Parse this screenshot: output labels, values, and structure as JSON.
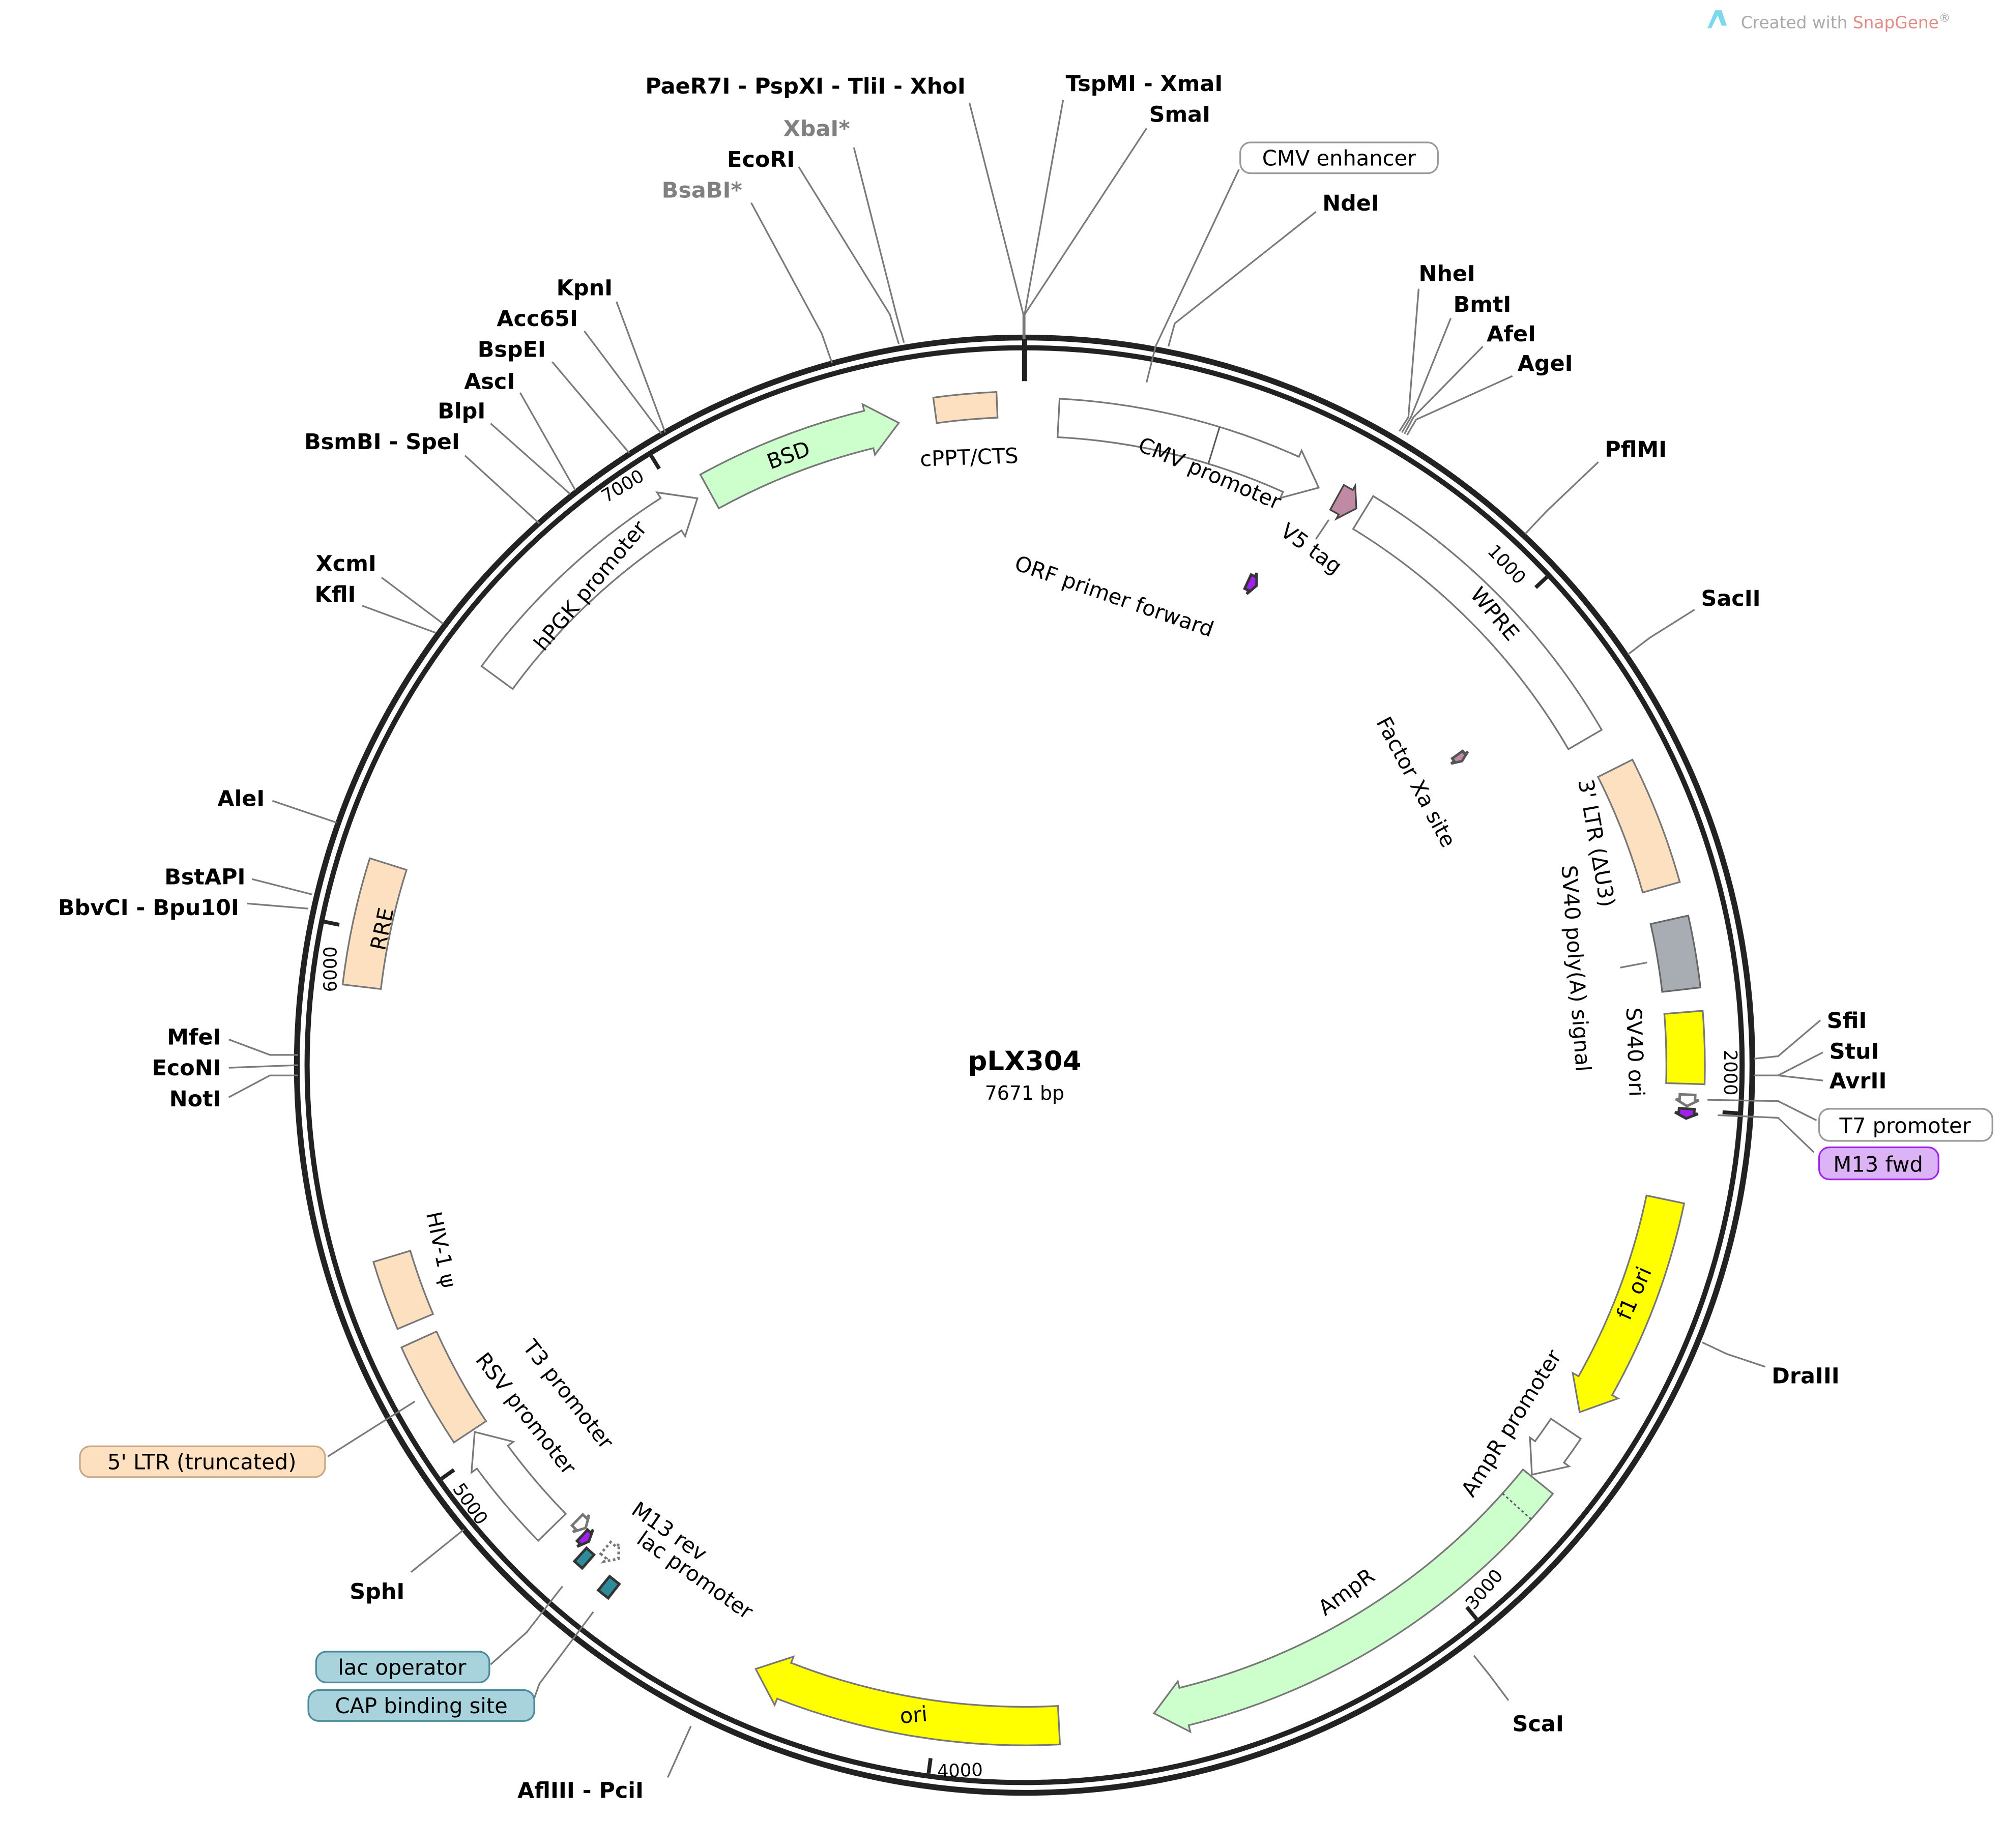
{
  "watermark": {
    "prefix": "Created with ",
    "brand": "SnapGene",
    "suffix": "®",
    "brand_color": "#e48a85"
  },
  "plasmid": {
    "name": "pLX304",
    "length_label": "7671 bp",
    "total_bp": 7671
  },
  "ticks": [
    {
      "bp": 1000,
      "label": "1000"
    },
    {
      "bp": 2000,
      "label": "2000"
    },
    {
      "bp": 3000,
      "label": "3000"
    },
    {
      "bp": 4000,
      "label": "4000"
    },
    {
      "bp": 5000,
      "label": "5000"
    },
    {
      "bp": 6000,
      "label": "6000"
    },
    {
      "bp": 7000,
      "label": "7000"
    }
  ],
  "features": [
    {
      "name": "CMV promoter",
      "start": 64,
      "end": 575,
      "direction": "forward",
      "fill": "#ffffff",
      "stroke": "#777777",
      "divider": 362
    },
    {
      "name": "V5 tag",
      "start": 614,
      "end": 656,
      "direction": "forward",
      "fill": "#c08aa5",
      "stroke": "#444444"
    },
    {
      "name": "ORF primer forward",
      "start": 528,
      "end": 550,
      "direction": "forward",
      "fill": "#a020f0",
      "stroke": "#333333"
    },
    {
      "name": "WPRE",
      "start": 671,
      "end": 1275,
      "direction": "none",
      "fill": "#ffffff",
      "stroke": "#777777"
    },
    {
      "name": "Factor Xa site",
      "start": 1158,
      "end": 1176,
      "direction": "forward",
      "fill": "#c08aa5",
      "stroke": "#555555"
    },
    {
      "name": "3' LTR (ΔU3)",
      "start": 1349,
      "end": 1585,
      "direction": "none",
      "fill": "#fde0c0",
      "stroke": "#777777"
    },
    {
      "name": "SV40 poly(A) signal",
      "start": 1647,
      "end": 1778,
      "direction": "none",
      "fill": "#a8adb3",
      "stroke": "#666666"
    },
    {
      "name": "SV40 ori",
      "start": 1820,
      "end": 1952,
      "direction": "none",
      "fill": "#ffff00",
      "stroke": "#777777"
    },
    {
      "name": "T7 promoter",
      "start": 1972,
      "end": 1993,
      "direction": "forward",
      "fill": "#ffffff",
      "stroke": "#777777"
    },
    {
      "name": "M13 fwd",
      "start": 1998,
      "end": 2016,
      "direction": "forward",
      "fill": "#a020f0",
      "stroke": "#333333"
    },
    {
      "name": "f1 ori",
      "start": 2170,
      "end": 2600,
      "direction": "forward",
      "fill": "#ffff00",
      "stroke": "#777777"
    },
    {
      "name": "AmpR promoter",
      "start": 2640,
      "end": 2747,
      "direction": "forward",
      "fill": "#ffffff",
      "stroke": "#777777"
    },
    {
      "name": "AmpR",
      "start": 2750,
      "end": 3595,
      "direction": "forward",
      "fill": "#ccffcc",
      "stroke": "#777777",
      "divider": 2810
    },
    {
      "name": "ori",
      "start": 3772,
      "end": 4347,
      "direction": "forward",
      "fill": "#ffff00",
      "stroke": "#777777"
    },
    {
      "name": "CAP binding site",
      "start": 4645,
      "end": 4668,
      "direction": "none",
      "fill": "#2e8b9a",
      "stroke": "#333333"
    },
    {
      "name": "lac promoter",
      "start": 4676,
      "end": 4708,
      "direction": "reverse",
      "fill": "#ffffff",
      "stroke": "#777777"
    },
    {
      "name": "lac operator",
      "start": 4716,
      "end": 4735,
      "direction": "none",
      "fill": "#2e8b9a",
      "stroke": "#333333"
    },
    {
      "name": "M13 rev",
      "start": 4740,
      "end": 4757,
      "direction": "reverse",
      "fill": "#a020f0",
      "stroke": "#333333"
    },
    {
      "name": "T3 promoter",
      "start": 4762,
      "end": 4784,
      "direction": "reverse",
      "fill": "#ffffff",
      "stroke": "#777777"
    },
    {
      "name": "RSV promoter",
      "start": 4808,
      "end": 5035,
      "direction": "forward",
      "fill": "#ffffff",
      "stroke": "#777777"
    },
    {
      "name": "5' LTR (truncated)",
      "start": 5040,
      "end": 5234,
      "direction": "none",
      "fill": "#fde0c0",
      "stroke": "#777777"
    },
    {
      "name": "HIV-1 ψ",
      "start": 5267,
      "end": 5395,
      "direction": "none",
      "fill": "#fde0c0",
      "stroke": "#777777"
    },
    {
      "name": "RRE",
      "start": 5897,
      "end": 6127,
      "direction": "none",
      "fill": "#fde0c0",
      "stroke": "#777777"
    },
    {
      "name": "hPGK promoter",
      "start": 6527,
      "end": 7032,
      "direction": "forward",
      "fill": "#ffffff",
      "stroke": "#777777"
    },
    {
      "name": "BSD",
      "start": 7058,
      "end": 7435,
      "direction": "forward",
      "fill": "#ccffcc",
      "stroke": "#777777"
    },
    {
      "name": "cPPT/CTS",
      "start": 7505,
      "end": 7620,
      "direction": "none",
      "fill": "#fde0c0",
      "stroke": "#777777"
    }
  ],
  "sites": {
    "xhoi_group": "PaeR7I - PspXI - TliI - XhoI",
    "xmai_group": "TspMI - XmaI",
    "smai": "SmaI",
    "ndei": "NdeI",
    "xbai": "XbaI*",
    "ecori": "EcoRI",
    "bsabi": "BsaBI*",
    "kpni": "KpnI",
    "acc65i": "Acc65I",
    "bspei": "BspEI",
    "asci": "AscI",
    "blpi": "BlpI",
    "bsmbi_spei": "BsmBI - SpeI",
    "xcmi": "XcmI",
    "kfli": "KflI",
    "alei": "AleI",
    "bstapi": "BstAPI",
    "bbvci_bpu10i": "BbvCI - Bpu10I",
    "mfei": "MfeI",
    "econi": "EcoNI",
    "noti": "NotI",
    "sphi": "SphI",
    "afliii_pcii": "AflIII - PciI",
    "scai": "ScaI",
    "draiii": "DraIII",
    "sfii": "SfiI",
    "stui": "StuI",
    "avrii": "AvrII",
    "sacii": "SacII",
    "pflmi": "PflMI",
    "nhei": "NheI",
    "bmti": "BmtI",
    "afei": "AfeI",
    "agei": "AgeI"
  },
  "callouts": {
    "cmv_enhancer": "CMV enhancer",
    "t7_promoter": "T7 promoter",
    "m13_fwd": "M13 fwd",
    "ltr5": "5' LTR (truncated)",
    "lac_operator": "lac operator",
    "cap_site": "CAP binding site"
  }
}
